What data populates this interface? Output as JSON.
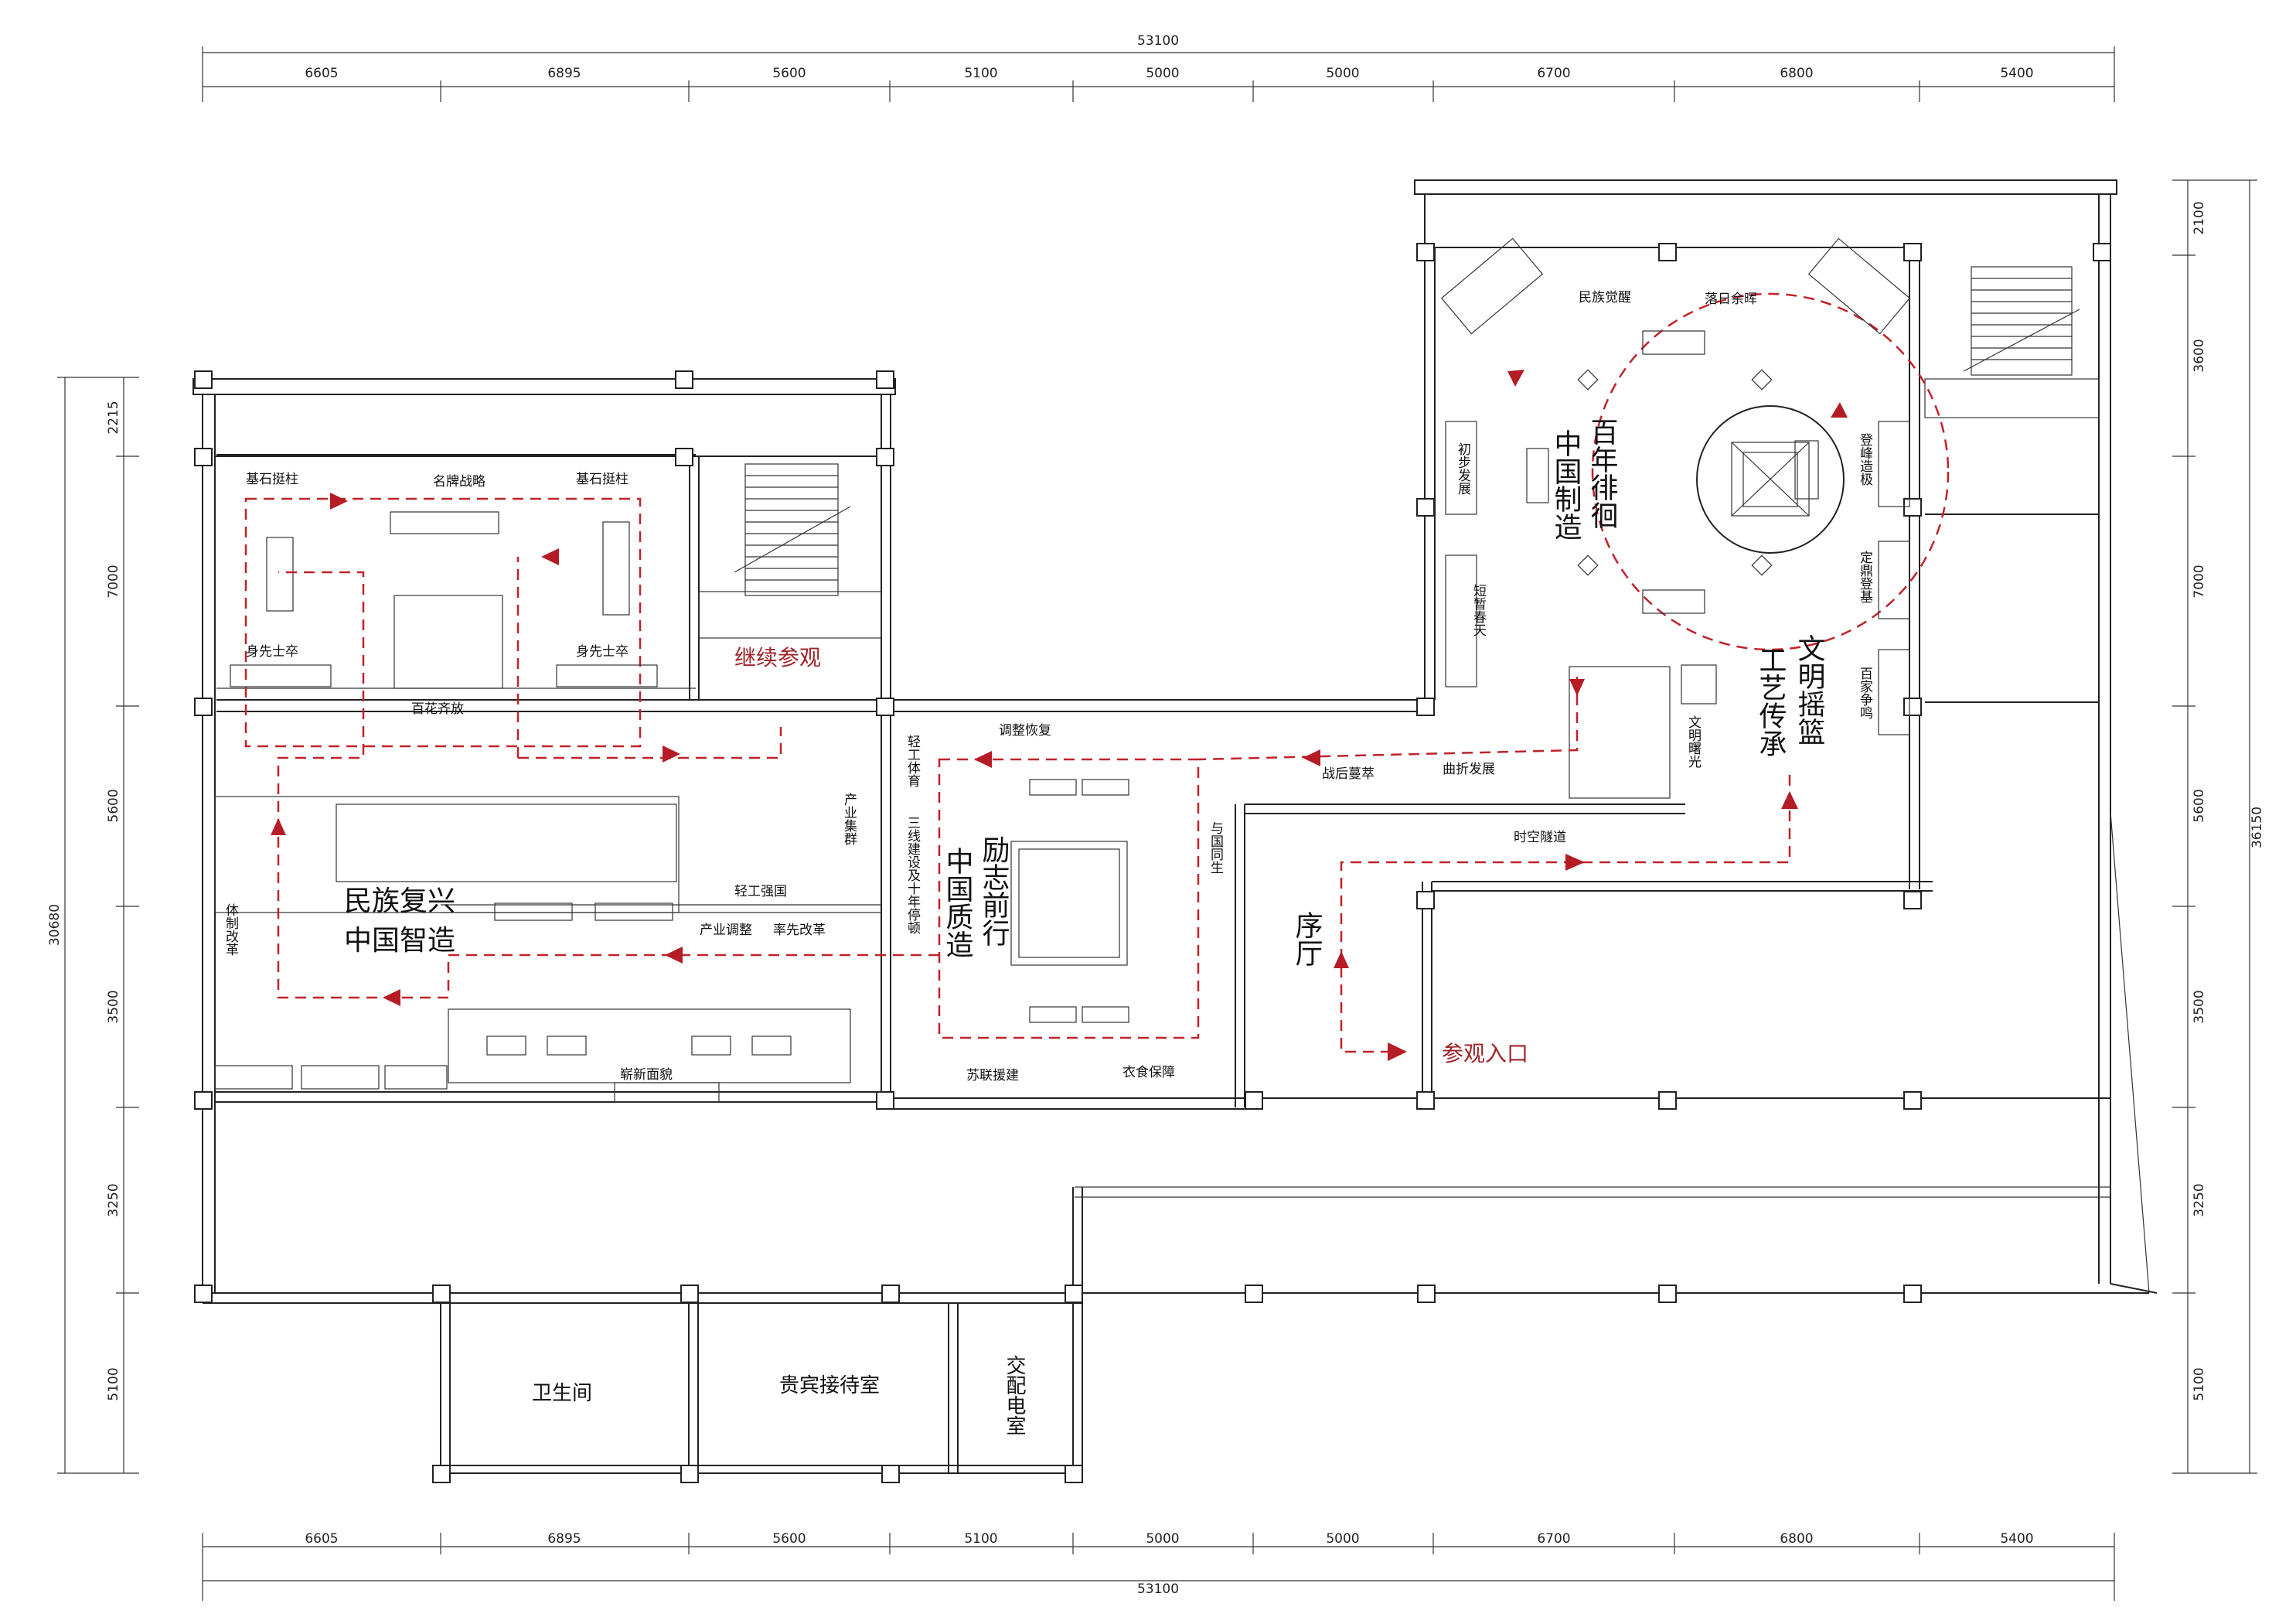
{
  "dimensions": {
    "top_total": "53100",
    "bottom_total": "53100",
    "top_segments": [
      "6605",
      "6895",
      "5600",
      "5100",
      "5000",
      "5000",
      "6700",
      "6800",
      "5400"
    ],
    "bottom_segments": [
      "6605",
      "6895",
      "5600",
      "5100",
      "5000",
      "5000",
      "6700",
      "6800",
      "5400"
    ],
    "left_total": "30680",
    "left_segments": [
      "2215",
      "7000",
      "5600",
      "3500",
      "3250",
      "5100"
    ],
    "right_total": "36150",
    "right_segments": [
      "2100",
      "3600",
      "7000",
      "5600",
      "3500",
      "3250",
      "5100"
    ]
  },
  "halls": {
    "baiyan": [
      "百年徘徊",
      "中国制造"
    ],
    "wenming": [
      "文明摇篮",
      "工艺传承"
    ],
    "lizhi": [
      "励志前行",
      "中国质造"
    ],
    "minzu": [
      "民族复兴",
      "中国智造"
    ],
    "xuting": "序厅"
  },
  "route_labels": {
    "entry": "参观入口",
    "continue": "继续参观"
  },
  "rooms": {
    "toilet": "卫生间",
    "vip": "贵宾接待室",
    "power": "交配电室"
  },
  "exhibits": {
    "minzu_juexing": "民族觉醒",
    "luori_yuhui": "落日余晖",
    "chubu_fazhan": "初步发展",
    "duanzan_chuntian": "短暂春天",
    "dengfeng_zaoji": "登峰造极",
    "dingding_dengji": "定鼎登基",
    "baijia_zhengming": "百家争鸣",
    "wenming_shuguang": "文明曙光",
    "shikong_suidao": "时空隧道",
    "zhanhou_fanrong": "战后蔓萃",
    "quzhe_fazhan": "曲折发展",
    "yu_guoguo_sheng": "与国同生",
    "tiaozheng_huifu": "调整恢复",
    "jinggong_tiyu": "轻工体育",
    "sanxian": "三线建设及十年停顿",
    "chanye_jiqun": "产业集群",
    "qinggong_qiangguo": "轻工强国",
    "chanye_tiaozheng": "产业调整",
    "shuaixian_gaige": "率先改革",
    "sulian_yuanjian": "苏联援建",
    "yishi_baozhang": "衣食保障",
    "jishi_tingzhu_1": "基石挺柱",
    "jishi_tingzhu_2": "基石挺柱",
    "mingpai_zhanlue": "名牌战略",
    "shenxian_shizu_1": "身先士卒",
    "shenxian_shizu_2": "身先士卒",
    "baihua_qifang": "百花齐放",
    "tizhi_gaige": "体制改革",
    "zhanxin_mianmao": "崭新面貌"
  }
}
